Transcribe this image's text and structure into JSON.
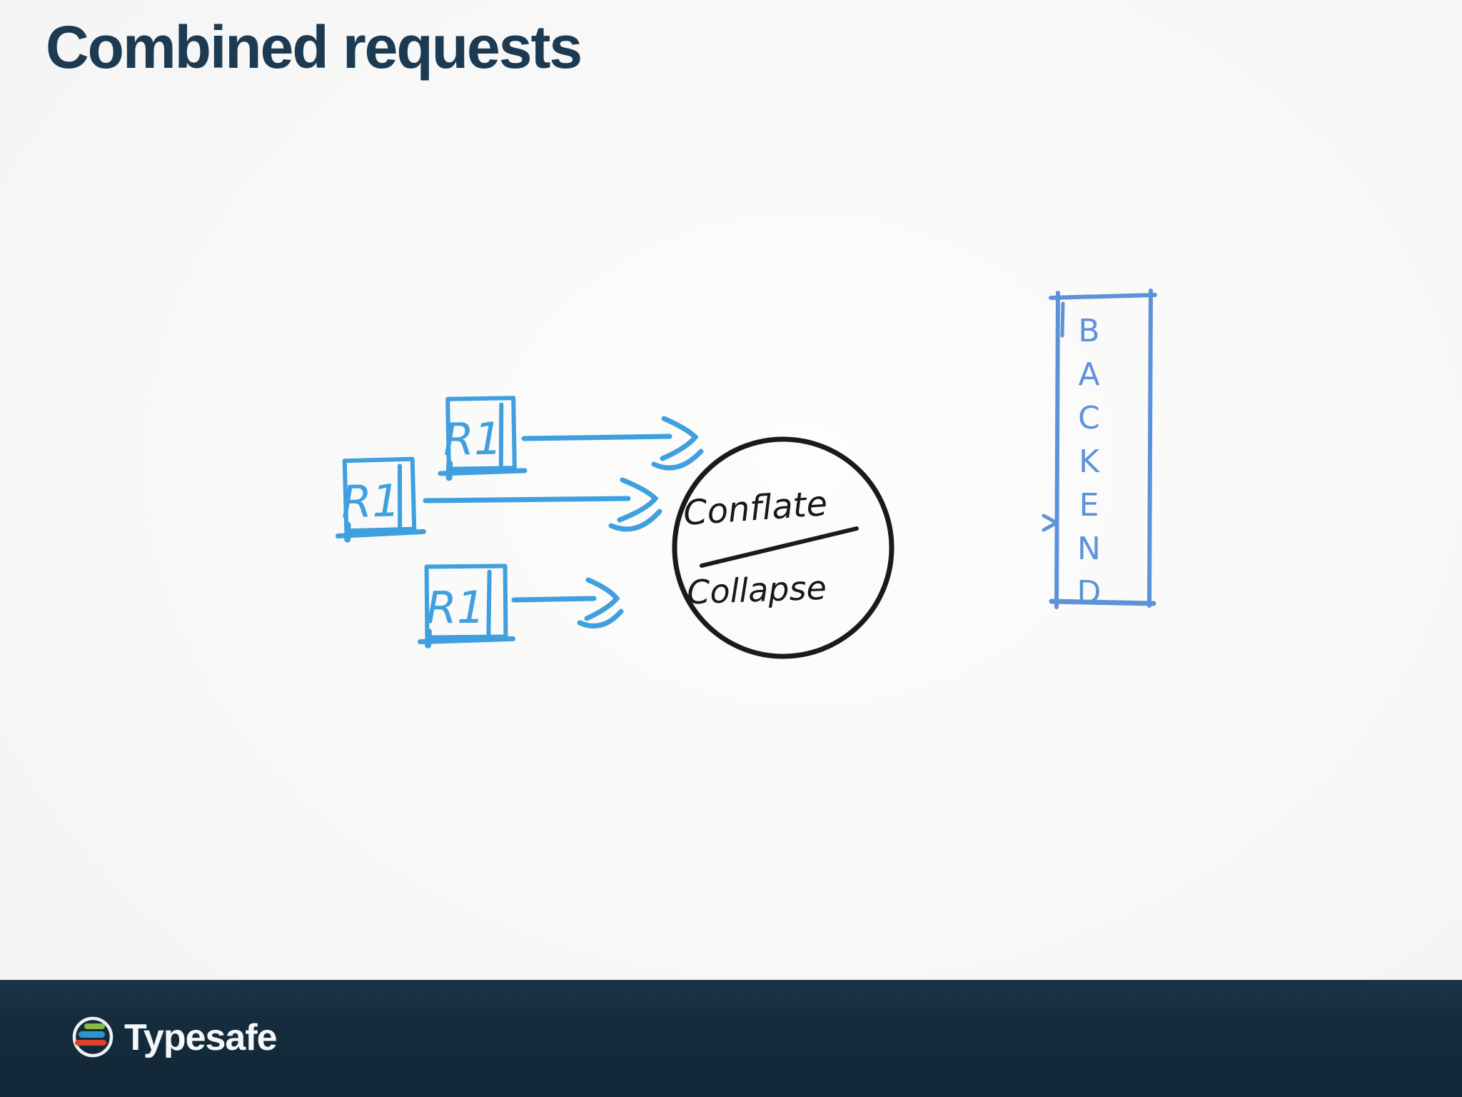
{
  "slide": {
    "title": "Combined requests"
  },
  "diagram": {
    "requests": [
      {
        "label": "R1"
      },
      {
        "label": "R1"
      },
      {
        "label": "R1"
      }
    ],
    "conflate_circle": {
      "top_label": "Conflate",
      "bottom_label": "Collapse"
    },
    "backend": {
      "label": "BACKEND"
    }
  },
  "footer": {
    "brand": "Typesafe"
  },
  "colors": {
    "sketch_blue": "#3f9fdf",
    "backend_blue": "#5e92d8",
    "sketch_black": "#1a1a1a",
    "title_navy": "#1c3a52",
    "footer_bg": "#142c3d",
    "logo_green": "#84bb44",
    "logo_blue": "#3193ce",
    "logo_red": "#dd4128"
  }
}
